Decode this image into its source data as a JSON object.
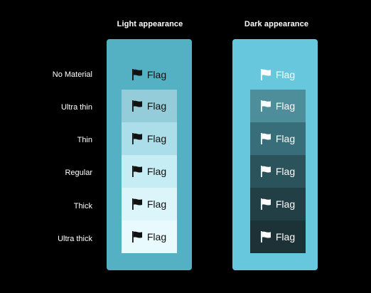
{
  "headers": {
    "light": "Light appearance",
    "dark": "Dark appearance"
  },
  "rows": [
    {
      "label": "No Material",
      "light_color": "transparent",
      "dark_color": "transparent"
    },
    {
      "label": "Ultra thin",
      "light_color": "#94cdd9",
      "dark_color": "#4e8e9b"
    },
    {
      "label": "Thin",
      "light_color": "#acdeea",
      "dark_color": "#386e79"
    },
    {
      "label": "Regular",
      "light_color": "#c6ecf4",
      "dark_color": "#2b535b"
    },
    {
      "label": "Thick",
      "light_color": "#dcf5fa",
      "dark_color": "#223f45"
    },
    {
      "label": "Ultra thick",
      "light_color": "#e8fafd",
      "dark_color": "#1d3237"
    }
  ],
  "sample": {
    "text": "Flag",
    "icon": "flag-icon"
  },
  "colors": {
    "background": "#000000",
    "light_panel": "#54b0c3",
    "dark_panel": "#67c7dd",
    "light_foreground": "#111111",
    "dark_foreground": "#ffffff"
  }
}
